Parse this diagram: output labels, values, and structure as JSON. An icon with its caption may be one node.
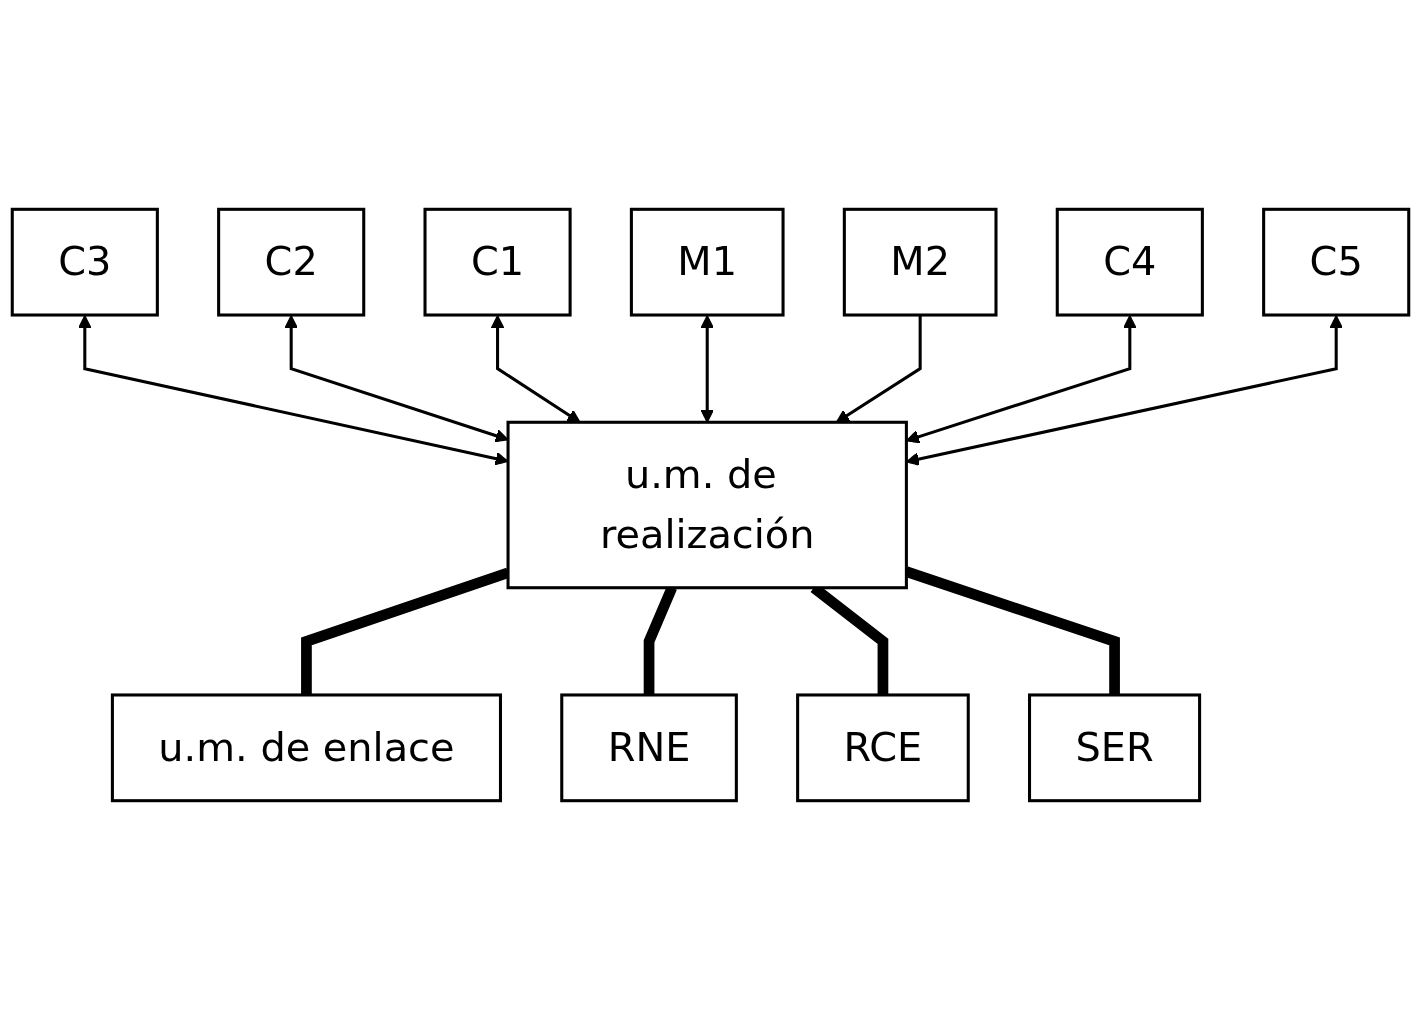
{
  "diagram": {
    "nodes": [
      {
        "text": [
          "C2"
        ]
      },
      {
        "text": [
          "C3"
        ]
      },
      {
        "text": [
          "C1"
        ]
      },
      {
        "text": [
          "M1"
        ]
      },
      {
        "text": [
          "M2"
        ]
      },
      {
        "text": [
          "C4"
        ]
      },
      {
        "text": [
          "u.m. de realización"
        ]
      },
      {
        "text": [
          "C5"
        ]
      },
      {
        "text": [
          "u.m. de enlace"
        ]
      },
      {
        "text": [
          "RNE"
        ]
      },
      {
        "text": [
          "RCE"
        ]
      },
      {
        "text": [
          "SER"
        ]
      }
    ],
    "edges": [
      {
        "from": 1,
        "to": 6,
        "arrow": "both"
      },
      {
        "from": 0,
        "to": 6,
        "arrow": "both"
      },
      {
        "from": 2,
        "to": 6,
        "arrow": "both"
      },
      {
        "from": 3,
        "to": 6,
        "arrow": "both"
      },
      {
        "from": 4,
        "to": 6,
        "arrow": "to"
      },
      {
        "from": 5,
        "to": 6,
        "arrow": "both"
      },
      {
        "from": 7,
        "to": 6,
        "arrow": "both"
      },
      {
        "from": 6,
        "to": 8,
        "arrow": "none",
        "style": "thick"
      },
      {
        "from": 6,
        "to": 9,
        "arrow": "none",
        "style": "thick"
      },
      {
        "from": 6,
        "to": 10,
        "arrow": "none",
        "style": "thick"
      },
      {
        "from": 6,
        "to": 11,
        "arrow": "none",
        "style": "thick"
      }
    ]
  }
}
